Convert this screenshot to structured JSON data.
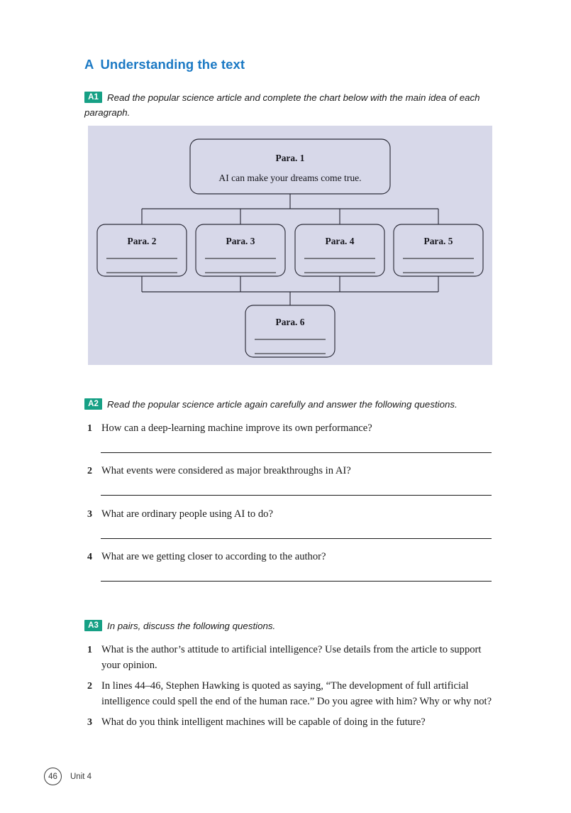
{
  "section": {
    "letter": "A",
    "title": "Understanding the text"
  },
  "activities": {
    "a1": {
      "badge": "A1",
      "instruction": "Read the popular science article and complete the chart below with the main idea of each paragraph."
    },
    "a2": {
      "badge": "A2",
      "instruction": "Read the popular science article again carefully and answer the following questions.",
      "questions": [
        {
          "number": "1",
          "text": "How can a deep-learning machine improve its own performance?"
        },
        {
          "number": "2",
          "text": "What events were considered as major breakthroughs in AI?"
        },
        {
          "number": "3",
          "text": "What are ordinary people using AI to do?"
        },
        {
          "number": "4",
          "text": "What are we getting closer to according to the author?"
        }
      ]
    },
    "a3": {
      "badge": "A3",
      "instruction": "In pairs, discuss the following questions.",
      "questions": [
        {
          "number": "1",
          "text": "What is the author’s attitude to artificial intelligence? Use details from the article to support your opinion."
        },
        {
          "number": "2",
          "text": "In lines 44–46, Stephen Hawking is quoted as saying, “The development of full artificial intelligence could spell the end of the human race.” Do you agree with him? Why or why not?"
        },
        {
          "number": "3",
          "text": "What do you think intelligent machines will be capable of doing in the future?"
        }
      ]
    }
  },
  "chart_data": {
    "type": "diagram",
    "layout": "tree",
    "title": "",
    "background_color": "#d7d8e9",
    "nodes": [
      {
        "id": "p1",
        "title": "Para. 1",
        "body": "AI can make your dreams come true.",
        "level": 0,
        "blank_lines": 0
      },
      {
        "id": "p2",
        "title": "Para. 2",
        "body": "",
        "level": 1,
        "blank_lines": 2
      },
      {
        "id": "p3",
        "title": "Para. 3",
        "body": "",
        "level": 1,
        "blank_lines": 2
      },
      {
        "id": "p4",
        "title": "Para. 4",
        "body": "",
        "level": 1,
        "blank_lines": 2
      },
      {
        "id": "p5",
        "title": "Para. 5",
        "body": "",
        "level": 1,
        "blank_lines": 2
      },
      {
        "id": "p6",
        "title": "Para. 6",
        "body": "",
        "level": 2,
        "blank_lines": 2
      }
    ],
    "edges": [
      {
        "from": "p1",
        "to": "p2"
      },
      {
        "from": "p1",
        "to": "p3"
      },
      {
        "from": "p1",
        "to": "p4"
      },
      {
        "from": "p1",
        "to": "p5"
      },
      {
        "from": "p2",
        "to": "p6"
      },
      {
        "from": "p3",
        "to": "p6"
      },
      {
        "from": "p4",
        "to": "p6"
      },
      {
        "from": "p5",
        "to": "p6"
      }
    ]
  },
  "footer": {
    "page_number": "46",
    "unit_label": "Unit 4"
  }
}
